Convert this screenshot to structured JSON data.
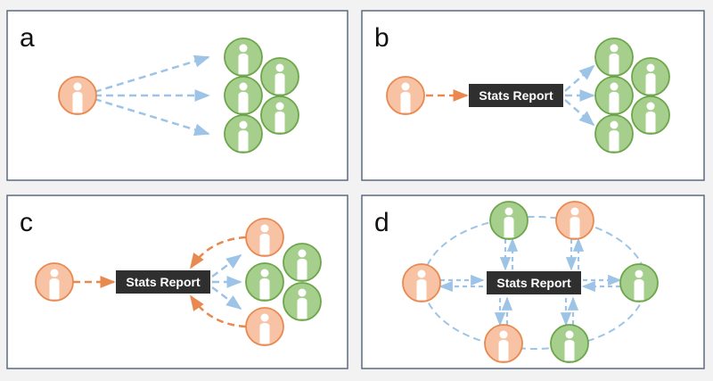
{
  "panels": [
    {
      "id": "a",
      "label": "a"
    },
    {
      "id": "b",
      "label": "b",
      "report_label": "Stats Report"
    },
    {
      "id": "c",
      "label": "c",
      "report_label": "Stats Report"
    },
    {
      "id": "d",
      "label": "d",
      "report_label": "Stats Report"
    }
  ],
  "colors": {
    "background": "#f2f2f2",
    "panel_fill": "#ffffff",
    "panel_border": "#5b6b80",
    "orange_fill": "#f8c3a4",
    "orange_stroke": "#e9894f",
    "green_fill": "#a6cf8d",
    "green_stroke": "#6ca54a",
    "blue_arrow": "#9dc4e6",
    "orange_arrow": "#e9894f",
    "report_fill": "#2f2f2f",
    "report_text": "#ffffff"
  },
  "icons": [
    "person-icon"
  ]
}
